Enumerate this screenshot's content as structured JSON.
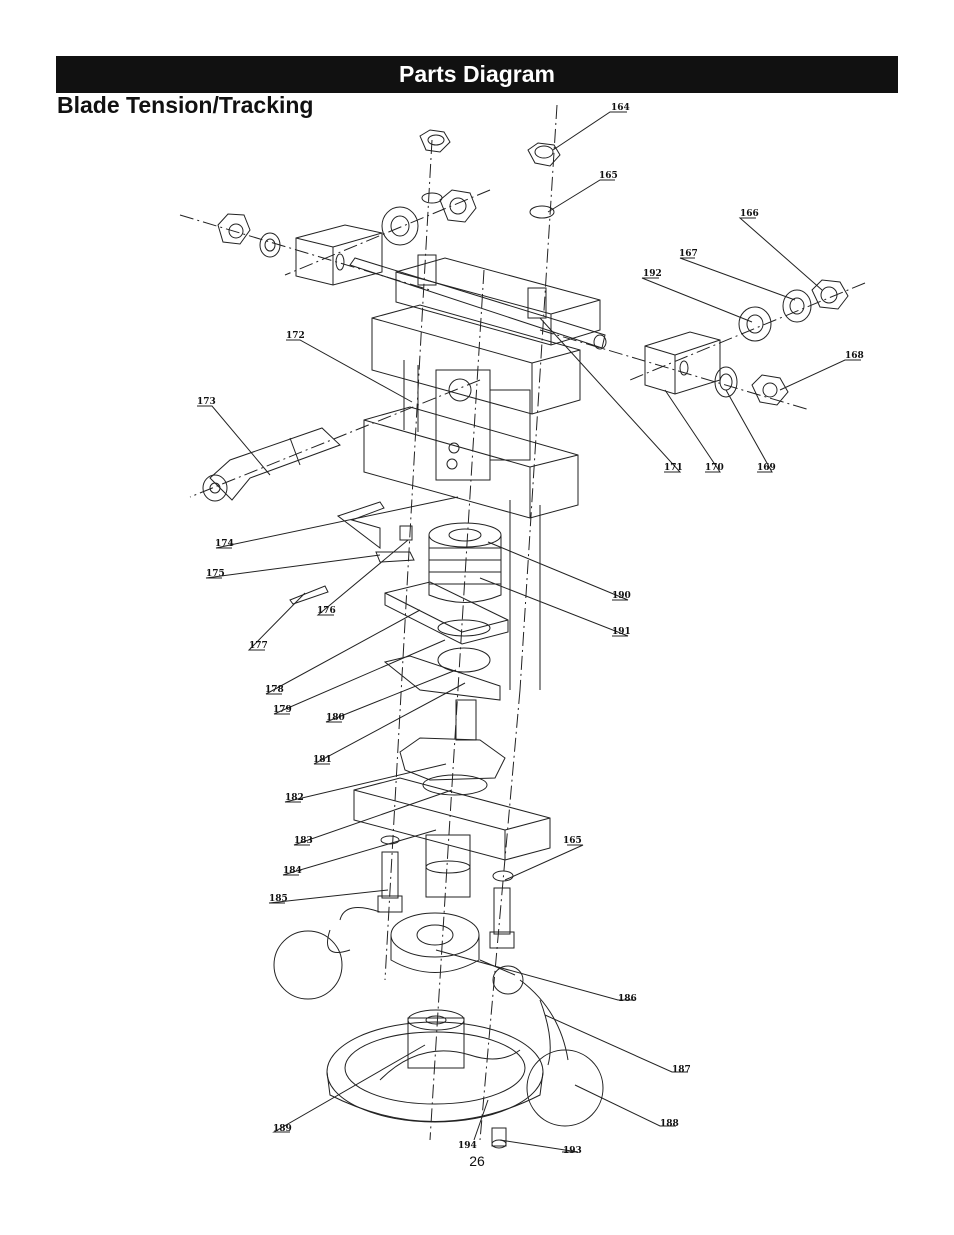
{
  "header": {
    "title": "Parts Diagram"
  },
  "section": {
    "title": "Blade Tension/Tracking"
  },
  "page_number": "26",
  "colors": {
    "header_bg": "#111111",
    "header_text": "#ffffff",
    "line": "#222222"
  },
  "callouts": [
    {
      "id": "c164",
      "label": "164"
    },
    {
      "id": "c165a",
      "label": "165"
    },
    {
      "id": "c166",
      "label": "166"
    },
    {
      "id": "c167",
      "label": "167"
    },
    {
      "id": "c192",
      "label": "192"
    },
    {
      "id": "c168",
      "label": "168"
    },
    {
      "id": "c172",
      "label": "172"
    },
    {
      "id": "c173",
      "label": "173"
    },
    {
      "id": "c171",
      "label": "171"
    },
    {
      "id": "c170",
      "label": "170"
    },
    {
      "id": "c169",
      "label": "169"
    },
    {
      "id": "c174",
      "label": "174"
    },
    {
      "id": "c175",
      "label": "175"
    },
    {
      "id": "c176",
      "label": "176"
    },
    {
      "id": "c177",
      "label": "177"
    },
    {
      "id": "c190",
      "label": "190"
    },
    {
      "id": "c191",
      "label": "191"
    },
    {
      "id": "c178",
      "label": "178"
    },
    {
      "id": "c179",
      "label": "179"
    },
    {
      "id": "c180",
      "label": "180"
    },
    {
      "id": "c181",
      "label": "181"
    },
    {
      "id": "c182",
      "label": "182"
    },
    {
      "id": "c183",
      "label": "183"
    },
    {
      "id": "c165b",
      "label": "165"
    },
    {
      "id": "c184",
      "label": "184"
    },
    {
      "id": "c185",
      "label": "185"
    },
    {
      "id": "c186",
      "label": "186"
    },
    {
      "id": "c187",
      "label": "187"
    },
    {
      "id": "c188",
      "label": "188"
    },
    {
      "id": "c189",
      "label": "189"
    },
    {
      "id": "c194",
      "label": "194"
    },
    {
      "id": "c193",
      "label": "193"
    }
  ]
}
